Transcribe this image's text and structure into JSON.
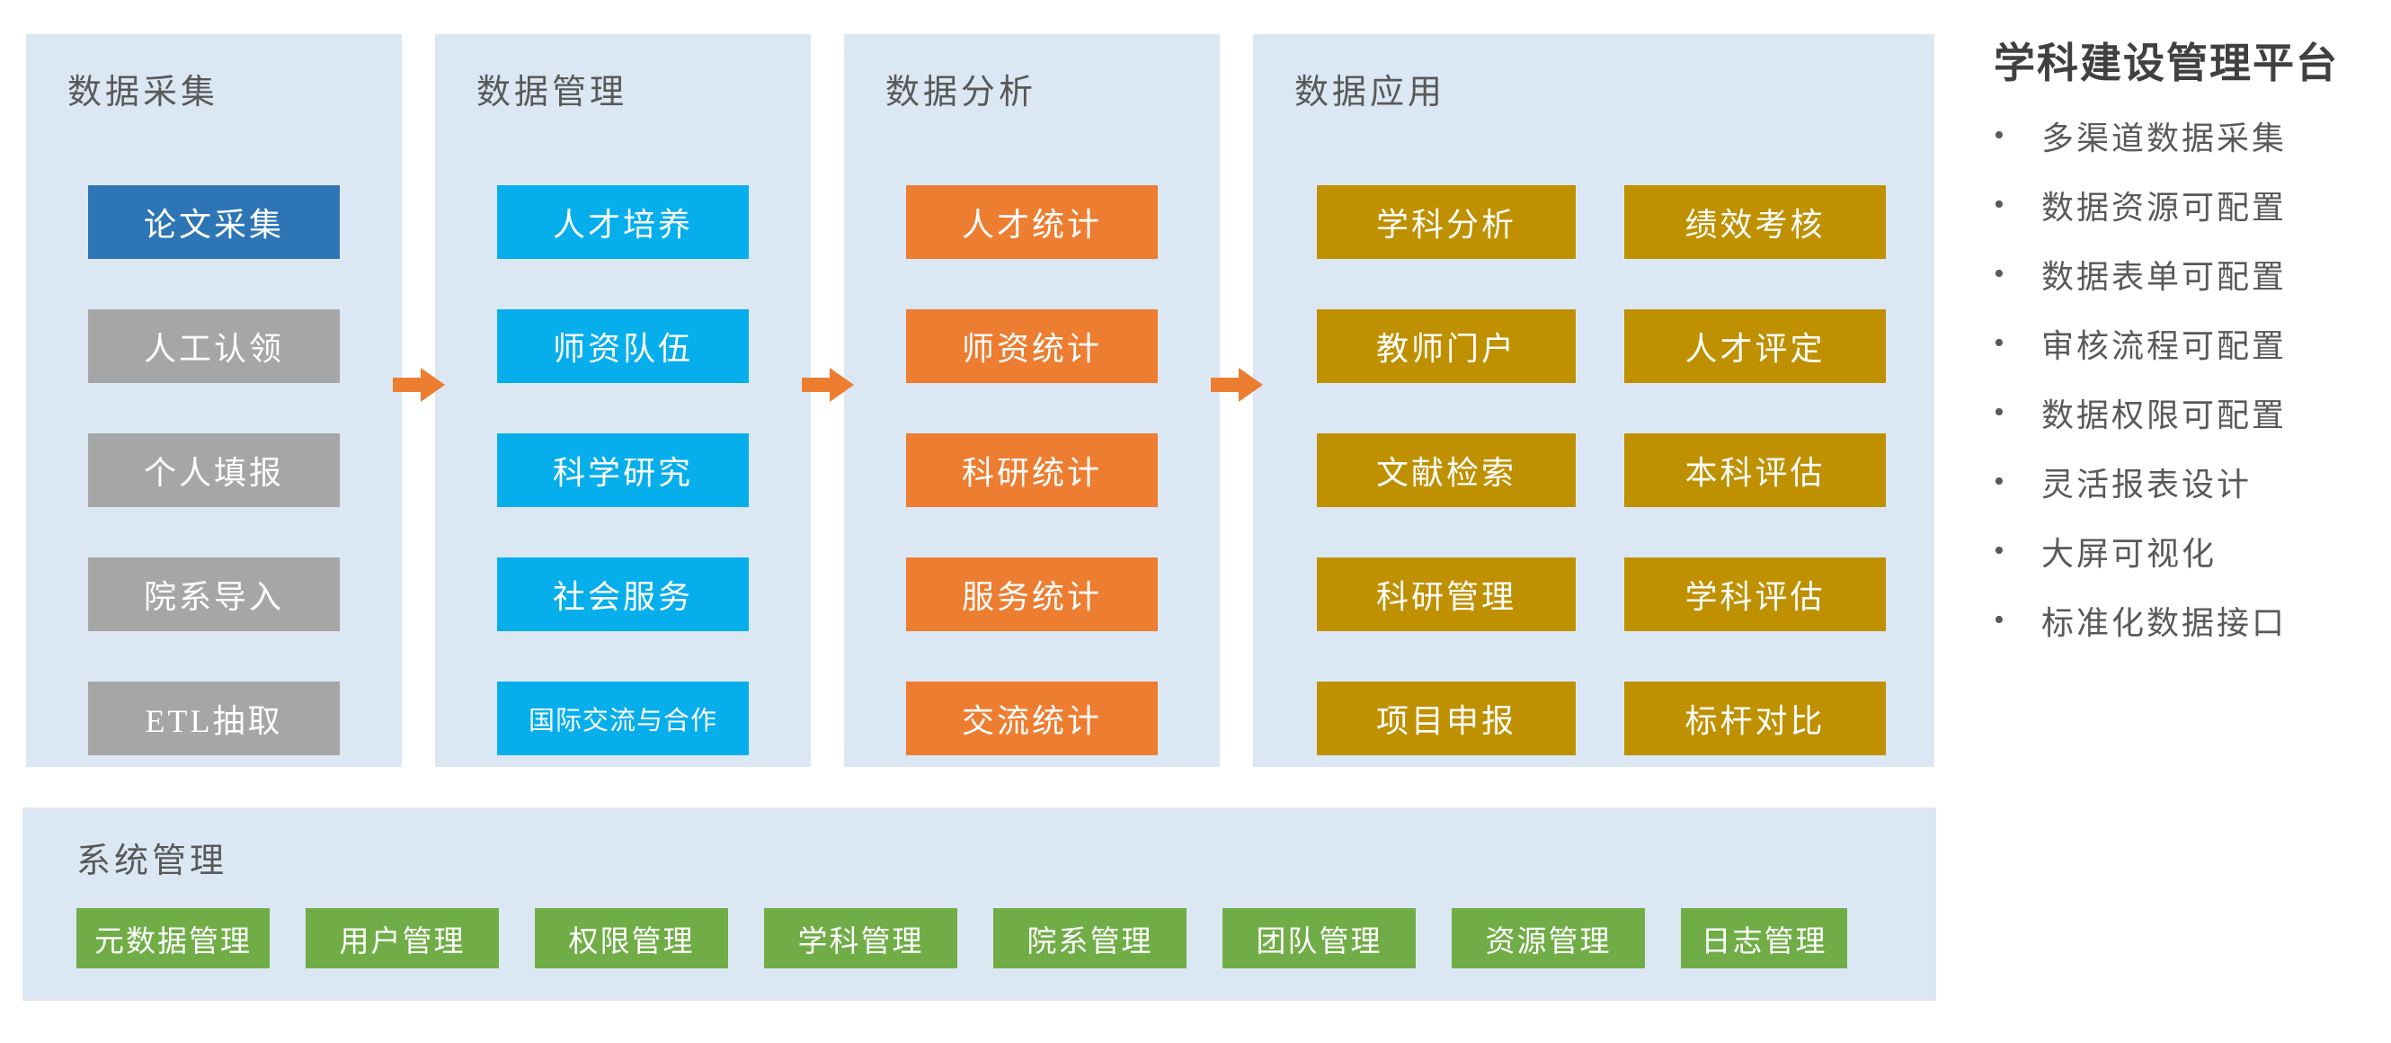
{
  "colors": {
    "page_bg": "#ffffff",
    "panel_bg": "#dbe8f4",
    "blue": "#2e75b6",
    "gray": "#a6a6a6",
    "cyan": "#07aeec",
    "orange": "#ed7d31",
    "gold": "#bf9000",
    "green": "#70ad47",
    "arrow": "#ed7d31",
    "panel_title_text": "#595959",
    "sidebar_title_text": "#404040",
    "bullet_text": "#595959",
    "button_text": "#ffffff"
  },
  "columns": [
    {
      "title": "数据采集",
      "items": [
        {
          "label": "论文采集"
        },
        {
          "label": "人工认领"
        },
        {
          "label": "个人填报"
        },
        {
          "label": "院系导入"
        },
        {
          "label": "ETL抽取"
        }
      ]
    },
    {
      "title": "数据管理",
      "items": [
        {
          "label": "人才培养"
        },
        {
          "label": "师资队伍"
        },
        {
          "label": "科学研究"
        },
        {
          "label": "社会服务"
        },
        {
          "label": "国际交流与合作"
        }
      ]
    },
    {
      "title": "数据分析",
      "items": [
        {
          "label": "人才统计"
        },
        {
          "label": "师资统计"
        },
        {
          "label": "科研统计"
        },
        {
          "label": "服务统计"
        },
        {
          "label": "交流统计"
        }
      ]
    },
    {
      "title": "数据应用",
      "left_items": [
        {
          "label": "学科分析"
        },
        {
          "label": "教师门户"
        },
        {
          "label": "文献检索"
        },
        {
          "label": "科研管理"
        },
        {
          "label": "项目申报"
        }
      ],
      "right_items": [
        {
          "label": "绩效考核"
        },
        {
          "label": "人才评定"
        },
        {
          "label": "本科评估"
        },
        {
          "label": "学科评估"
        },
        {
          "label": "标杆对比"
        }
      ]
    }
  ],
  "bottom_panel": {
    "title": "系统管理",
    "items": [
      {
        "label": "元数据管理"
      },
      {
        "label": "用户管理"
      },
      {
        "label": "权限管理"
      },
      {
        "label": "学科管理"
      },
      {
        "label": "院系管理"
      },
      {
        "label": "团队管理"
      },
      {
        "label": "资源管理"
      },
      {
        "label": "日志管理"
      }
    ]
  },
  "sidebar": {
    "title": "学科建设管理平台",
    "bullet_char": "•",
    "bullets": [
      "多渠道数据采集",
      "数据资源可配置",
      "数据表单可配置",
      "审核流程可配置",
      "数据权限可配置",
      "灵活报表设计",
      "大屏可视化",
      "标准化数据接口"
    ]
  }
}
